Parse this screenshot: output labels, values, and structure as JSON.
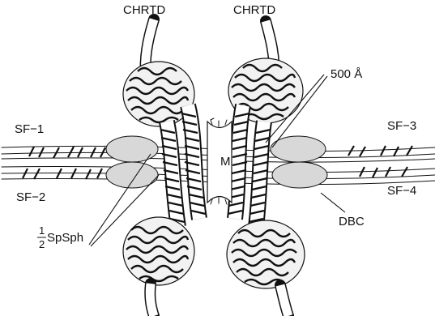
{
  "diagram": {
    "labels": {
      "chrtd_left": "CHRTD",
      "chrtd_right": "CHRTD",
      "size_500": "500 Å",
      "sf1": "SF−1",
      "sf2": "SF−2",
      "sf3": "SF−3",
      "sf4": "SF−4",
      "m": "M",
      "dbc": "DBC",
      "half_num": "1",
      "half_den": "2",
      "spsph": "SpSph"
    }
  }
}
